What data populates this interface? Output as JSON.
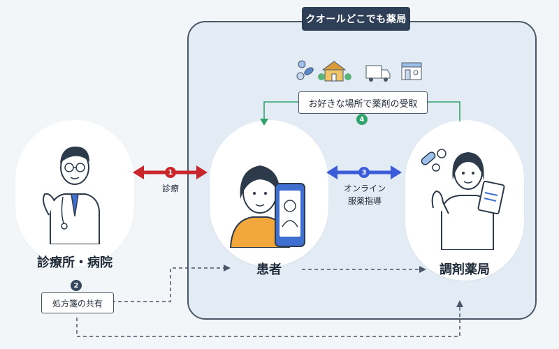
{
  "service": {
    "title": "クオールどこでも薬局"
  },
  "nodes": {
    "clinic": {
      "label": "診療所・病院"
    },
    "patient": {
      "label": "患者"
    },
    "pharmacy": {
      "label": "調剤薬局"
    }
  },
  "steps": [
    {
      "number": "1",
      "label": "診療",
      "color": "#c8262b"
    },
    {
      "number": "2",
      "label": "処方箋の共有",
      "color": "#36465d"
    },
    {
      "number": "3",
      "label_line1": "オンライン",
      "label_line2": "服薬指導",
      "color": "#3b5bd9"
    },
    {
      "number": "4",
      "label": "お好きな場所で薬剤の受取",
      "color": "#2fa36b"
    }
  ],
  "pickup_icons": [
    "pills-icon",
    "house-icon",
    "delivery-truck-icon",
    "store-icon"
  ]
}
